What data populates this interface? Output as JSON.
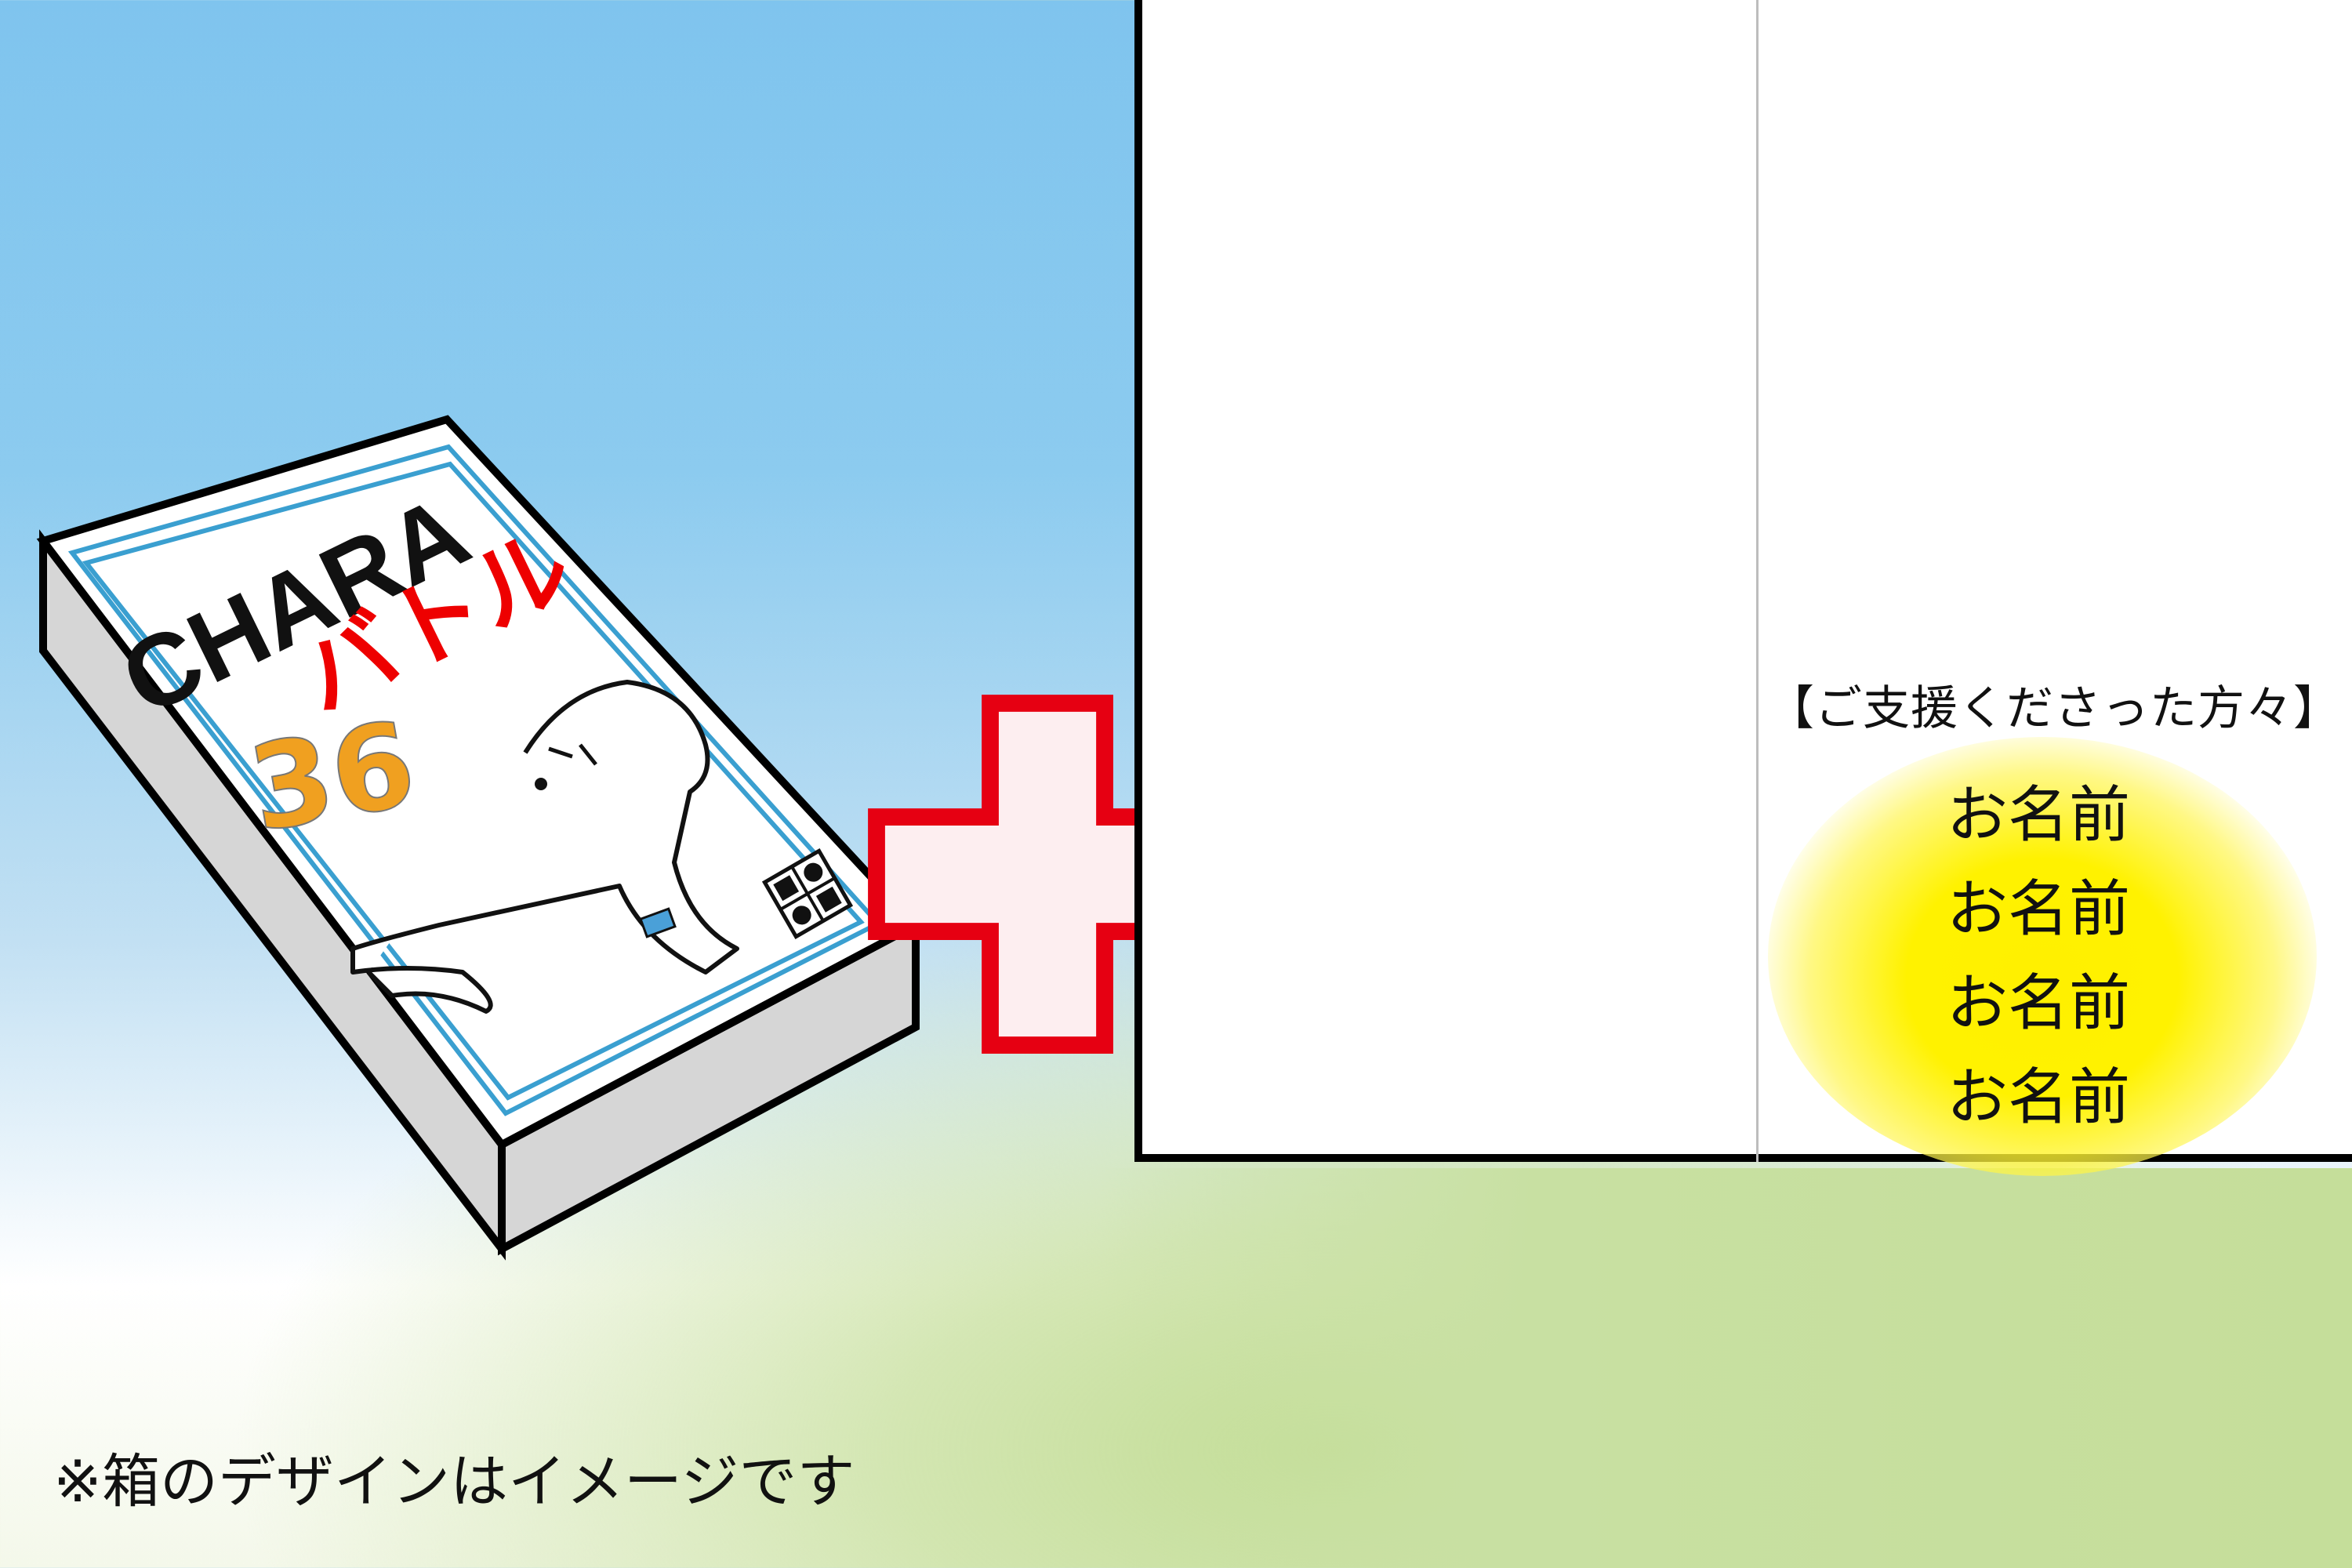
{
  "illustration": {
    "box_title_line1": "CHARA",
    "box_title_line2": "バトル",
    "box_number": "36",
    "box_icons": [
      "dice-icon",
      "animal-icon",
      "fire-icon",
      "card-icon"
    ]
  },
  "plus_symbol": {
    "icon": "plus-icon",
    "stroke_color": "#e60012",
    "fill_color": "#fdeef0"
  },
  "supporters_card": {
    "title": "【ご支援くださった方々】",
    "names": [
      "お名前",
      "お名前",
      "お名前",
      "お名前"
    ],
    "highlight_color": "#fff000"
  },
  "footnote": "※箱のデザインはイメージです",
  "colors": {
    "sky_blue": "#7fc4ee",
    "grass_green": "#c5de9a",
    "box_border_blue": "#3a9fd0"
  }
}
